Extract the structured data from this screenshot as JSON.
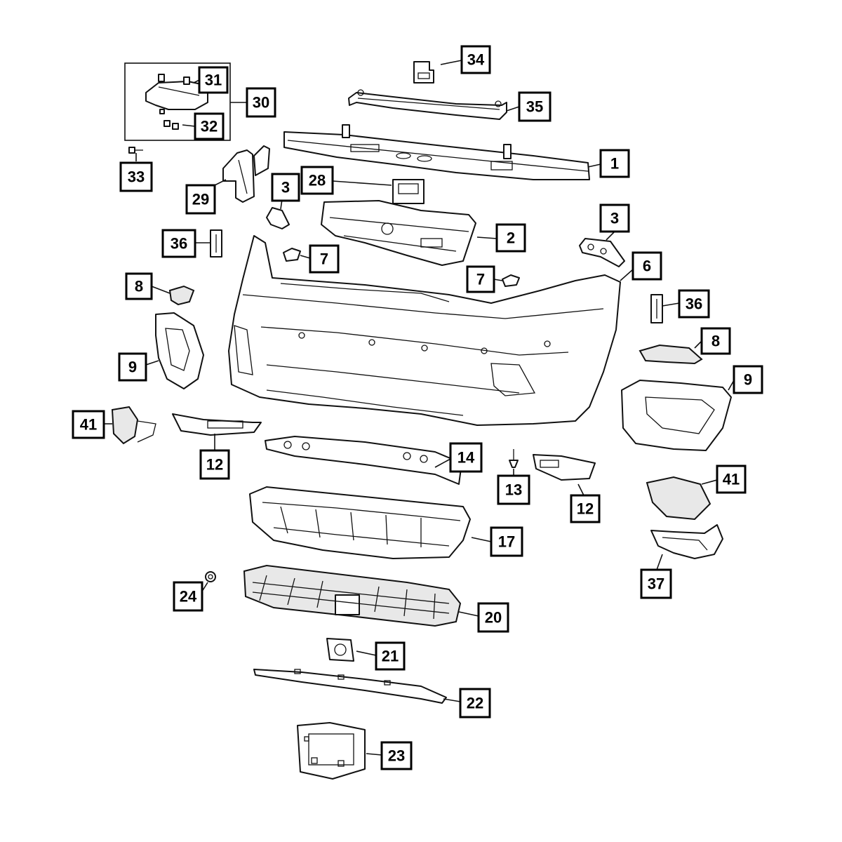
{
  "callouts": [
    {
      "id": "c34",
      "label": "34"
    },
    {
      "id": "c31",
      "label": "31"
    },
    {
      "id": "c30",
      "label": "30"
    },
    {
      "id": "c32",
      "label": "32"
    },
    {
      "id": "c35",
      "label": "35"
    },
    {
      "id": "c1",
      "label": "1"
    },
    {
      "id": "c33",
      "label": "33"
    },
    {
      "id": "c28",
      "label": "28"
    },
    {
      "id": "c3a",
      "label": "3"
    },
    {
      "id": "c29",
      "label": "29"
    },
    {
      "id": "c3b",
      "label": "3"
    },
    {
      "id": "c2",
      "label": "2"
    },
    {
      "id": "c36a",
      "label": "36"
    },
    {
      "id": "c7a",
      "label": "7"
    },
    {
      "id": "c6",
      "label": "6"
    },
    {
      "id": "c8a",
      "label": "8"
    },
    {
      "id": "c7b",
      "label": "7"
    },
    {
      "id": "c36b",
      "label": "36"
    },
    {
      "id": "c8b",
      "label": "8"
    },
    {
      "id": "c9a",
      "label": "9"
    },
    {
      "id": "c9b",
      "label": "9"
    },
    {
      "id": "c41a",
      "label": "41"
    },
    {
      "id": "c12a",
      "label": "12"
    },
    {
      "id": "c14",
      "label": "14"
    },
    {
      "id": "c41b",
      "label": "41"
    },
    {
      "id": "c13",
      "label": "13"
    },
    {
      "id": "c12b",
      "label": "12"
    },
    {
      "id": "c17",
      "label": "17"
    },
    {
      "id": "c37",
      "label": "37"
    },
    {
      "id": "c24",
      "label": "24"
    },
    {
      "id": "c20",
      "label": "20"
    },
    {
      "id": "c21",
      "label": "21"
    },
    {
      "id": "c22",
      "label": "22"
    },
    {
      "id": "c23",
      "label": "23"
    }
  ]
}
